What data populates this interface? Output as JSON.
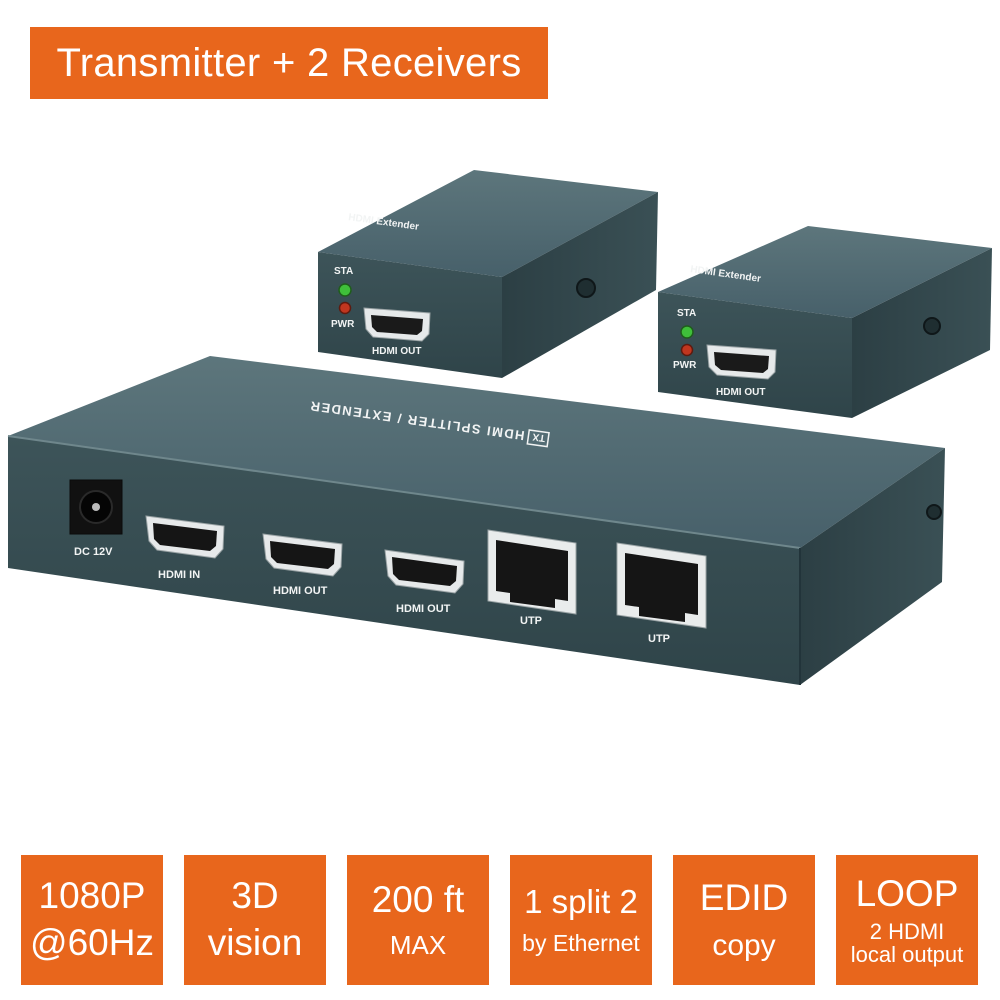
{
  "banner": {
    "title": "Transmitter + 2 Receivers"
  },
  "transmitter": {
    "top_label": "HDMI SPLITTER / EXTENDER",
    "tx_tag": "TX",
    "ports": {
      "dc": "DC 12V",
      "hdmi_in": "HDMI IN",
      "hdmi_out_1": "HDMI OUT",
      "hdmi_out_2": "HDMI OUT",
      "utp_1": "UTP",
      "utp_2": "UTP"
    }
  },
  "receivers": [
    {
      "top_label": "HDMI Extender",
      "sta": "STA",
      "pwr": "PWR",
      "port": "HDMI OUT"
    },
    {
      "top_label": "HDMI Extender",
      "sta": "STA",
      "pwr": "PWR",
      "port": "HDMI OUT"
    }
  ],
  "features": [
    {
      "line1": "1080P",
      "line2": "@60Hz"
    },
    {
      "line1": "3D",
      "line2": "vision"
    },
    {
      "line1": "200 ft",
      "line2": "MAX"
    },
    {
      "line1": "1 split 2",
      "line2": "by Ethernet"
    },
    {
      "line1": "EDID",
      "line2": "copy"
    },
    {
      "line1": "LOOP",
      "line2": "2 HDMI\nlocal output"
    }
  ],
  "colors": {
    "accent": "#e8661c",
    "device_front": "#344a4f",
    "device_top": "#4e666c",
    "led_green": "#3fbf3a",
    "led_red": "#c0361f"
  }
}
